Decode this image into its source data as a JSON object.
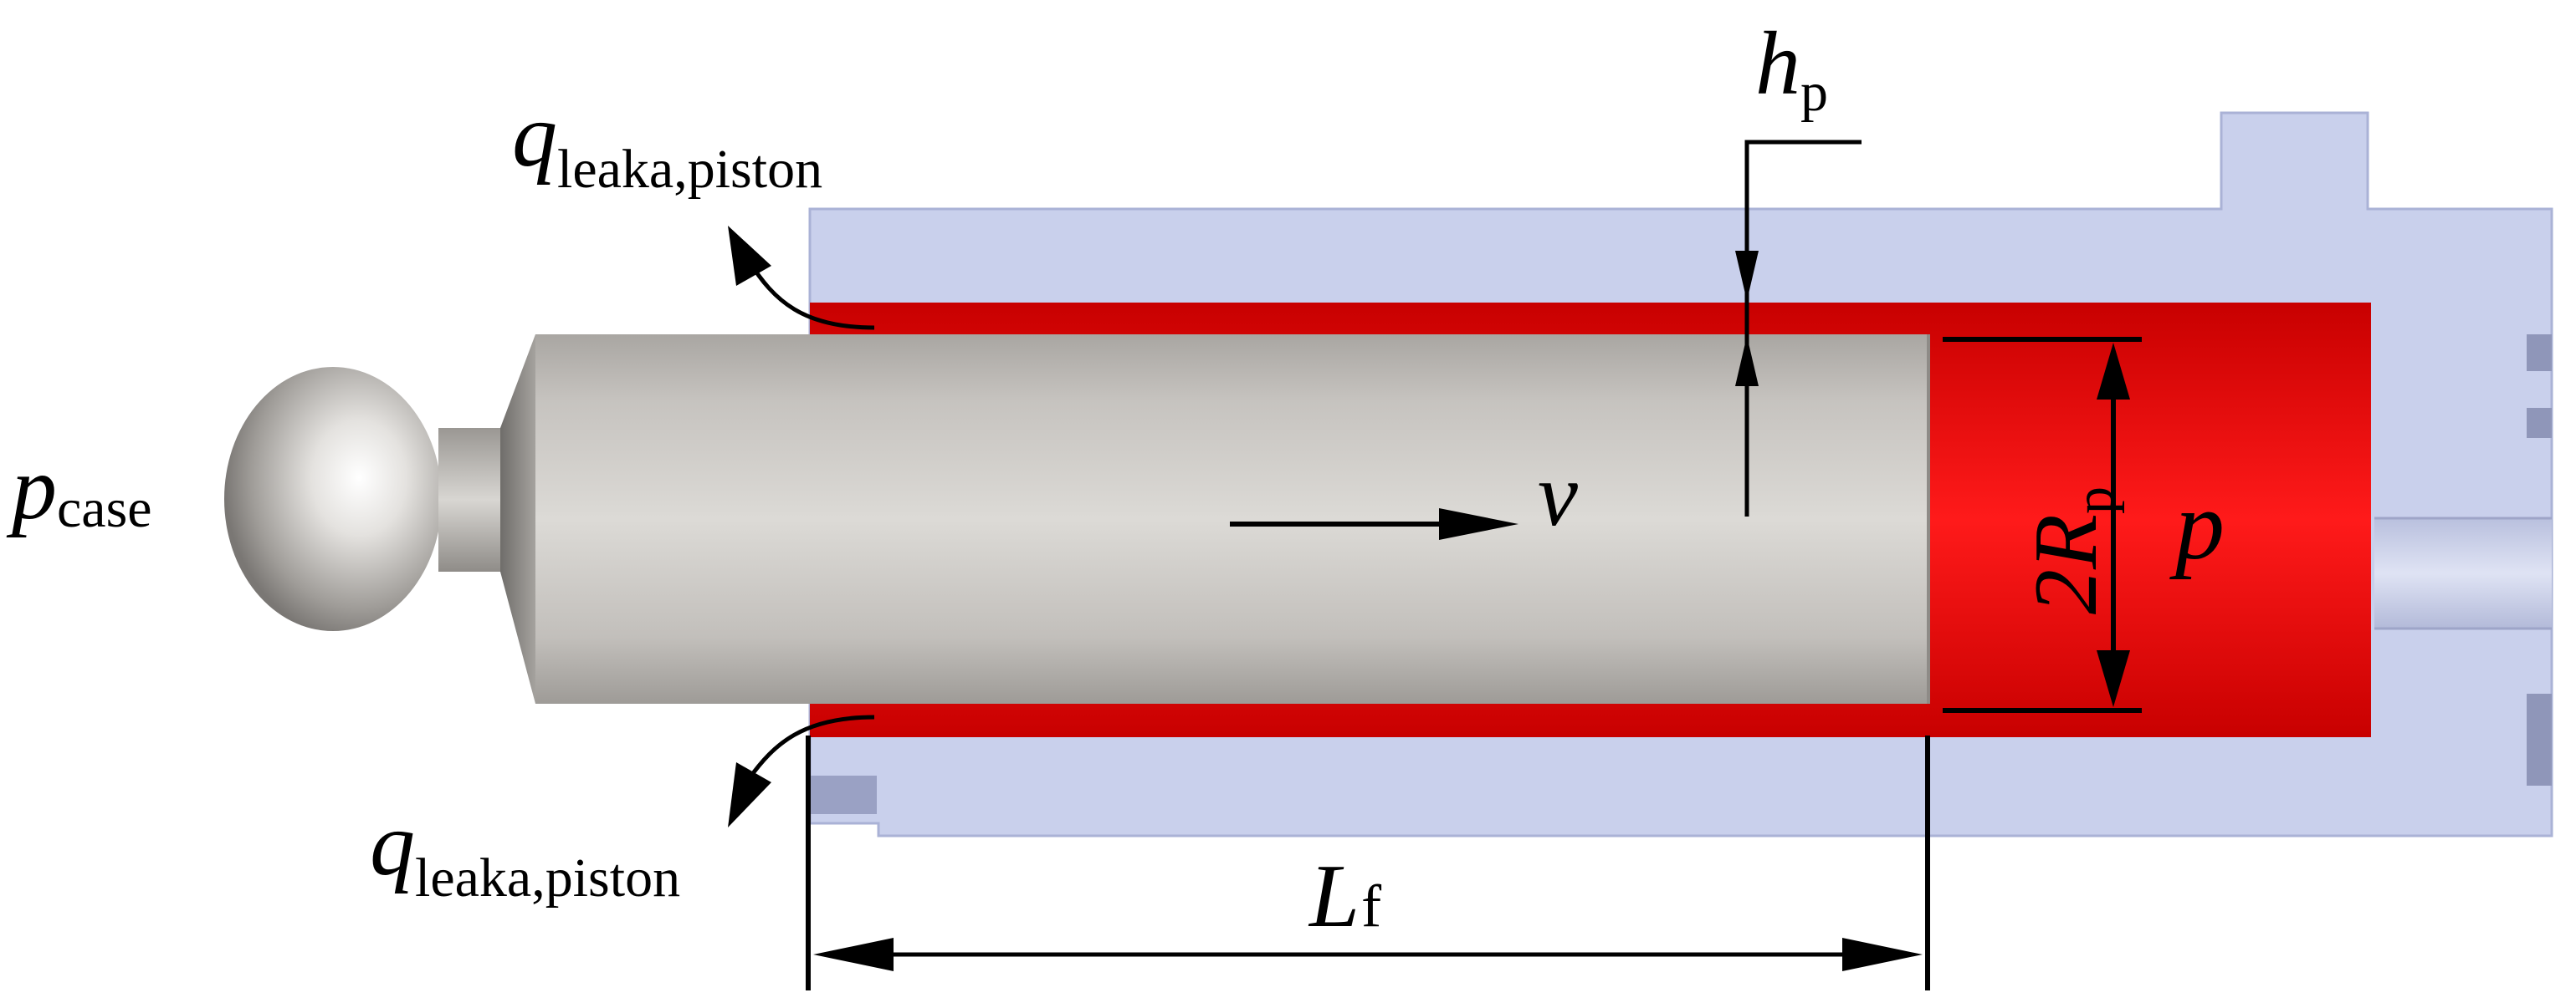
{
  "labels": {
    "h_main": "h",
    "h_sub": "p",
    "q_top_main": "q",
    "q_top_sub": "leaka,piston",
    "q_bottom_main": "q",
    "q_bottom_sub": "leaka,piston",
    "p_case_main": "p",
    "p_case_sub": "case",
    "v": "v",
    "r_main": "2R",
    "r_sub": "p",
    "p": "p",
    "l_main": "L",
    "l_sub": "f"
  },
  "colors": {
    "housing": "#c9d0ec",
    "housing_edge": "#a9b1d4",
    "chamber": "#e60000",
    "piston": "#cfccc8",
    "arrows": "#000000"
  },
  "icons": {
    "piston_head": "ball-joint",
    "motion_arrow": "arrow-right-icon"
  }
}
